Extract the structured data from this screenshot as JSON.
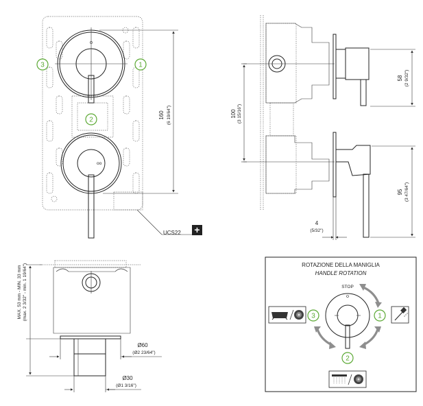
{
  "front_view": {
    "dim_height": "160",
    "dim_height_inch": "(6 19/64\")",
    "badges": [
      "3",
      "2",
      "1"
    ],
    "ucs_label": "UCS22",
    "plus_symbol": "+"
  },
  "side_view": {
    "dim_100": "100",
    "dim_100_inch": "(3 15/16\")",
    "dim_58": "58",
    "dim_58_inch": "(2 9/32\")",
    "dim_95": "95",
    "dim_95_inch": "(3 47/64\")",
    "dim_4": "4",
    "dim_4_inch": "(5/32\")"
  },
  "top_view": {
    "depth_label": "MAX. 53 mm - MIN. 33 mm",
    "depth_label_inch": "(max. 2 3/32\" - min. 1 19/64\")",
    "dim_60": "Ø60",
    "dim_60_inch": "(Ø2 23/64\")",
    "dim_30": "Ø30",
    "dim_30_inch": "(Ø1 3/16\")"
  },
  "rotation_box": {
    "title": "ROTAZIONE DELLA MANIGLIA",
    "subtitle": "HANDLE ROTATION",
    "stop_label": "STOP",
    "badges": [
      "3",
      "1",
      "2"
    ]
  },
  "icons": [
    "bathtub-icon",
    "aerator-icon",
    "hand-shower-icon",
    "shower-head-icon",
    "plus-icon"
  ],
  "colors": {
    "badge": "#5aa832",
    "arrows": "#8e8e8e",
    "lines": "#222222"
  }
}
